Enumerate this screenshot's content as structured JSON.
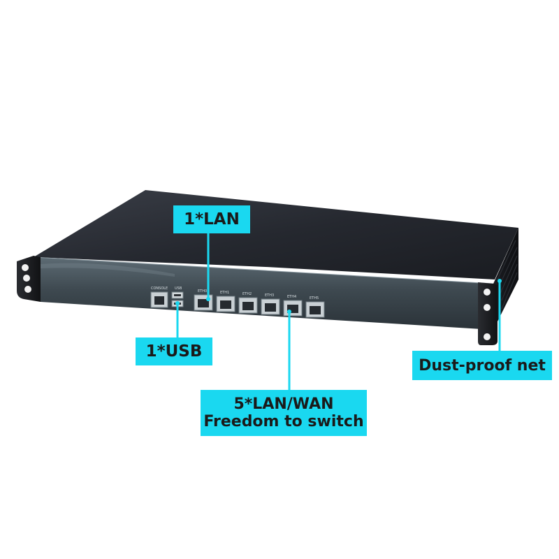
{
  "callouts": {
    "lan": "1*LAN",
    "usb": "1*USB",
    "wan_line1": "5*LAN/WAN",
    "wan_line2": "Freedom to switch",
    "dust": "Dust-proof net"
  },
  "port_labels": {
    "console": "CONSOLE",
    "usb": "USB",
    "eth0": "ETH0",
    "eth1": "ETH1",
    "eth2": "ETH2",
    "eth3": "ETH3",
    "eth4": "ETH4",
    "eth5": "ETH5"
  },
  "colors": {
    "callout": "#1ad8f0",
    "callout_text": "#1a1a1a",
    "chassis_top": "#2b2e36",
    "front_panel": "#4a555e"
  }
}
